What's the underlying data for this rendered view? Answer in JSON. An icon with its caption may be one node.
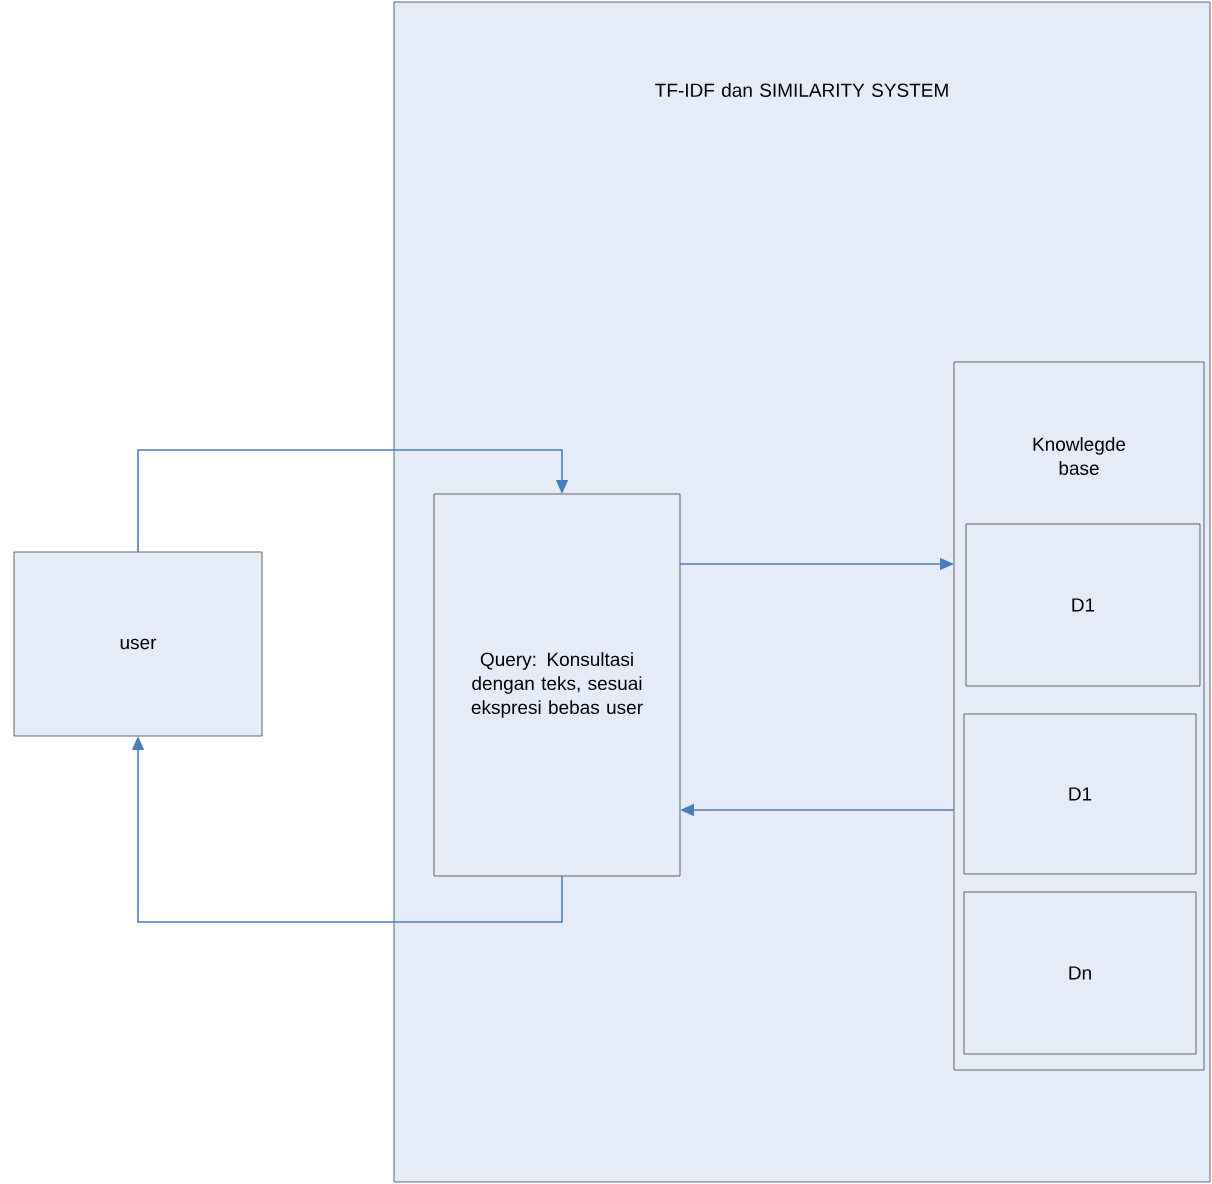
{
  "diagram": {
    "nodes": [
      {
        "text": [
          "TF-IDF dan SIMILARITY SYSTEM"
        ]
      },
      {
        "text": [
          "user"
        ]
      },
      {
        "text": [
          "Query: Konsultasi dengan teks, sesuai ekspresi bebas user"
        ],
        "in": 0
      },
      {
        "text": [
          "Knowlegde base"
        ],
        "in": 0
      },
      {
        "text": [
          "D1"
        ],
        "in": 3
      },
      {
        "text": [
          "D1"
        ],
        "in": 3
      },
      {
        "text": [
          "Dn"
        ],
        "in": 3
      }
    ],
    "edges": [
      {
        "from": 1,
        "to": 2,
        "arrow": "to"
      },
      {
        "from": 2,
        "to": 3,
        "arrow": "to"
      },
      {
        "from": 3,
        "to": 2,
        "arrow": "to"
      },
      {
        "from": 2,
        "to": 1,
        "arrow": "to"
      }
    ]
  }
}
